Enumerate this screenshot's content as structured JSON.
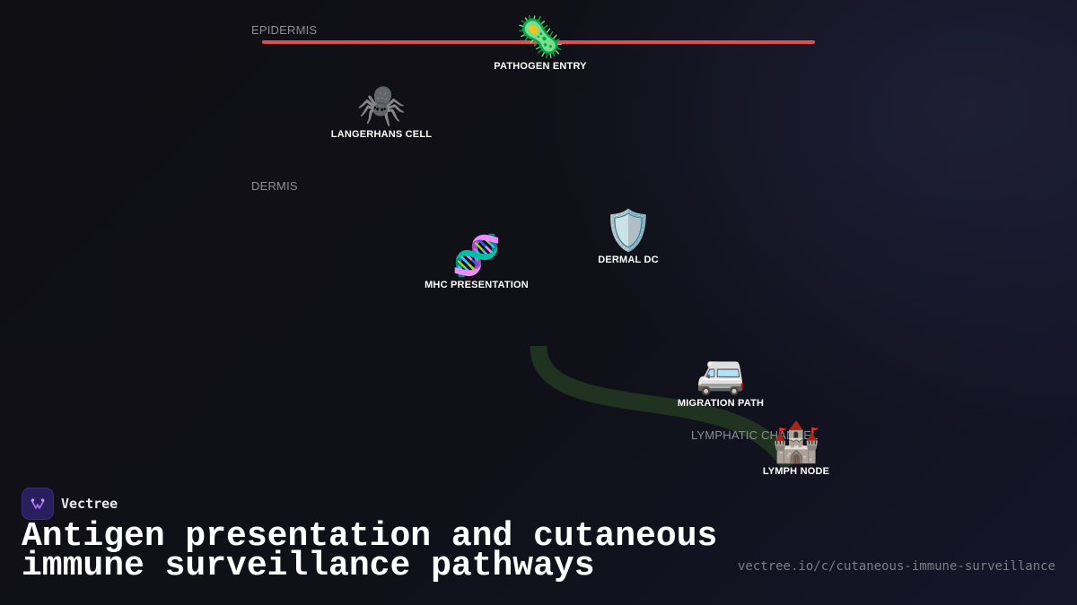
{
  "layers": {
    "epidermis": "EPIDERMIS",
    "dermis": "DERMIS",
    "lymphatic": "LYMPHATIC CHANNEL"
  },
  "nodes": {
    "pathogen": {
      "label": "PATHOGEN ENTRY",
      "emoji": "🦠",
      "icon": "microbe-icon"
    },
    "langerhans": {
      "label": "LANGERHANS CELL",
      "emoji": "🕷️",
      "icon": "spider-icon"
    },
    "dermal_dc": {
      "label": "DERMAL DC",
      "emoji": "🛡️",
      "icon": "shield-icon"
    },
    "mhc": {
      "label": "MHC PRESENTATION",
      "emoji": "🧬",
      "icon": "dna-icon"
    },
    "migration": {
      "label": "MIGRATION PATH",
      "emoji": "🚐",
      "icon": "van-icon"
    },
    "lymph_node": {
      "label": "LYMPH NODE",
      "emoji": "🏰",
      "icon": "castle-icon"
    }
  },
  "colors": {
    "epidermis_line": "#e24c55",
    "lymph_path": "#1f3320",
    "brand": "#2a1f5e"
  },
  "brand": {
    "name": "Vectree"
  },
  "title": "Antigen presentation and cutaneous immune surveillance pathways",
  "url": "vectree.io/c/cutaneous-immune-surveillance"
}
